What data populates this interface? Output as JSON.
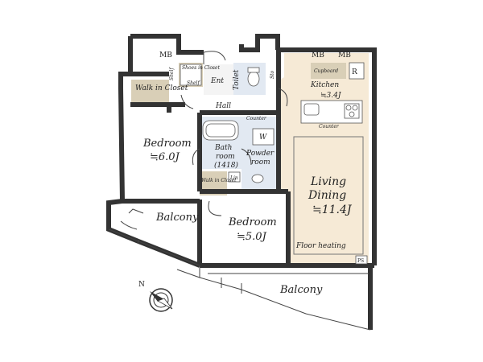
{
  "labels": {
    "mb_left": "MB",
    "mb_right_1": "MB",
    "mb_right_2": "MB",
    "shoes_in_closet": "Shoes in Closet",
    "shelf_left": "Shelf",
    "shelf_bottom": "Shelf",
    "walk_in_closet_1": "Walk in Closet",
    "ent": "Ent",
    "toilet": "Toilet",
    "sto": "Sto",
    "cupboard": "Cupboard",
    "r": "R",
    "kitchen": "Kitchen",
    "kitchen_area": "≒3.4J",
    "hall": "Hall",
    "counter_1": "Counter",
    "counter_2": "Counter",
    "bedroom_1": "Bedroom",
    "bedroom_1_area": "≒6.0J",
    "bath_room_1": "Bath",
    "bath_room_2": "room",
    "bath_size": "(1418)",
    "w": "W",
    "powder_room_1": "Powder",
    "powder_room_2": "room",
    "living_dining_1": "Living",
    "living_dining_2": "Dining",
    "living_area": "≒11.4J",
    "walk_in_closet_2": "Walk in Closet",
    "lin": "Lin",
    "balcony_left": "Balcony",
    "bedroom_2": "Bedroom",
    "bedroom_2_area": "≒5.0J",
    "floor_heating": "Floor heating",
    "ps": "PS",
    "balcony_bottom": "Balcony",
    "compass_n": "N"
  },
  "colors": {
    "wood_floor": "#f6ead6",
    "closet_fill": "#d9cfb7",
    "wet_area": "#e2e9f2",
    "wall": "#333333"
  }
}
